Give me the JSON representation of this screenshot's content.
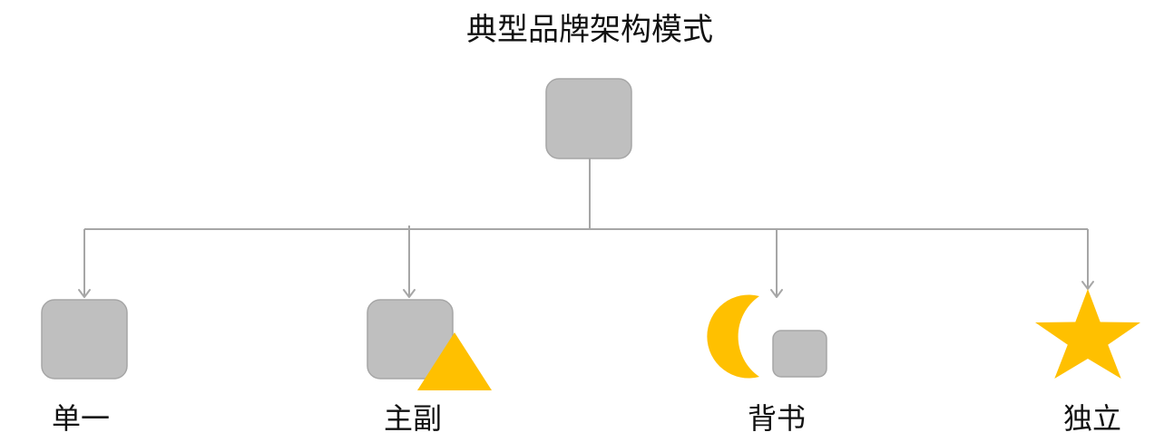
{
  "title": "典型品牌架构模式",
  "colors": {
    "box_fill": "#bfbfbf",
    "box_stroke": "#a6a6a6",
    "accent": "#ffc000",
    "connector": "#a6a6a6",
    "text": "#111111"
  },
  "nodes": [
    {
      "label": "单一",
      "icons": [
        "gray-square-icon"
      ]
    },
    {
      "label": "主副",
      "icons": [
        "gray-square-icon",
        "triangle-icon"
      ]
    },
    {
      "label": "背书",
      "icons": [
        "crescent-moon-icon",
        "gray-square-icon"
      ]
    },
    {
      "label": "独立",
      "icons": [
        "star-icon"
      ]
    }
  ]
}
